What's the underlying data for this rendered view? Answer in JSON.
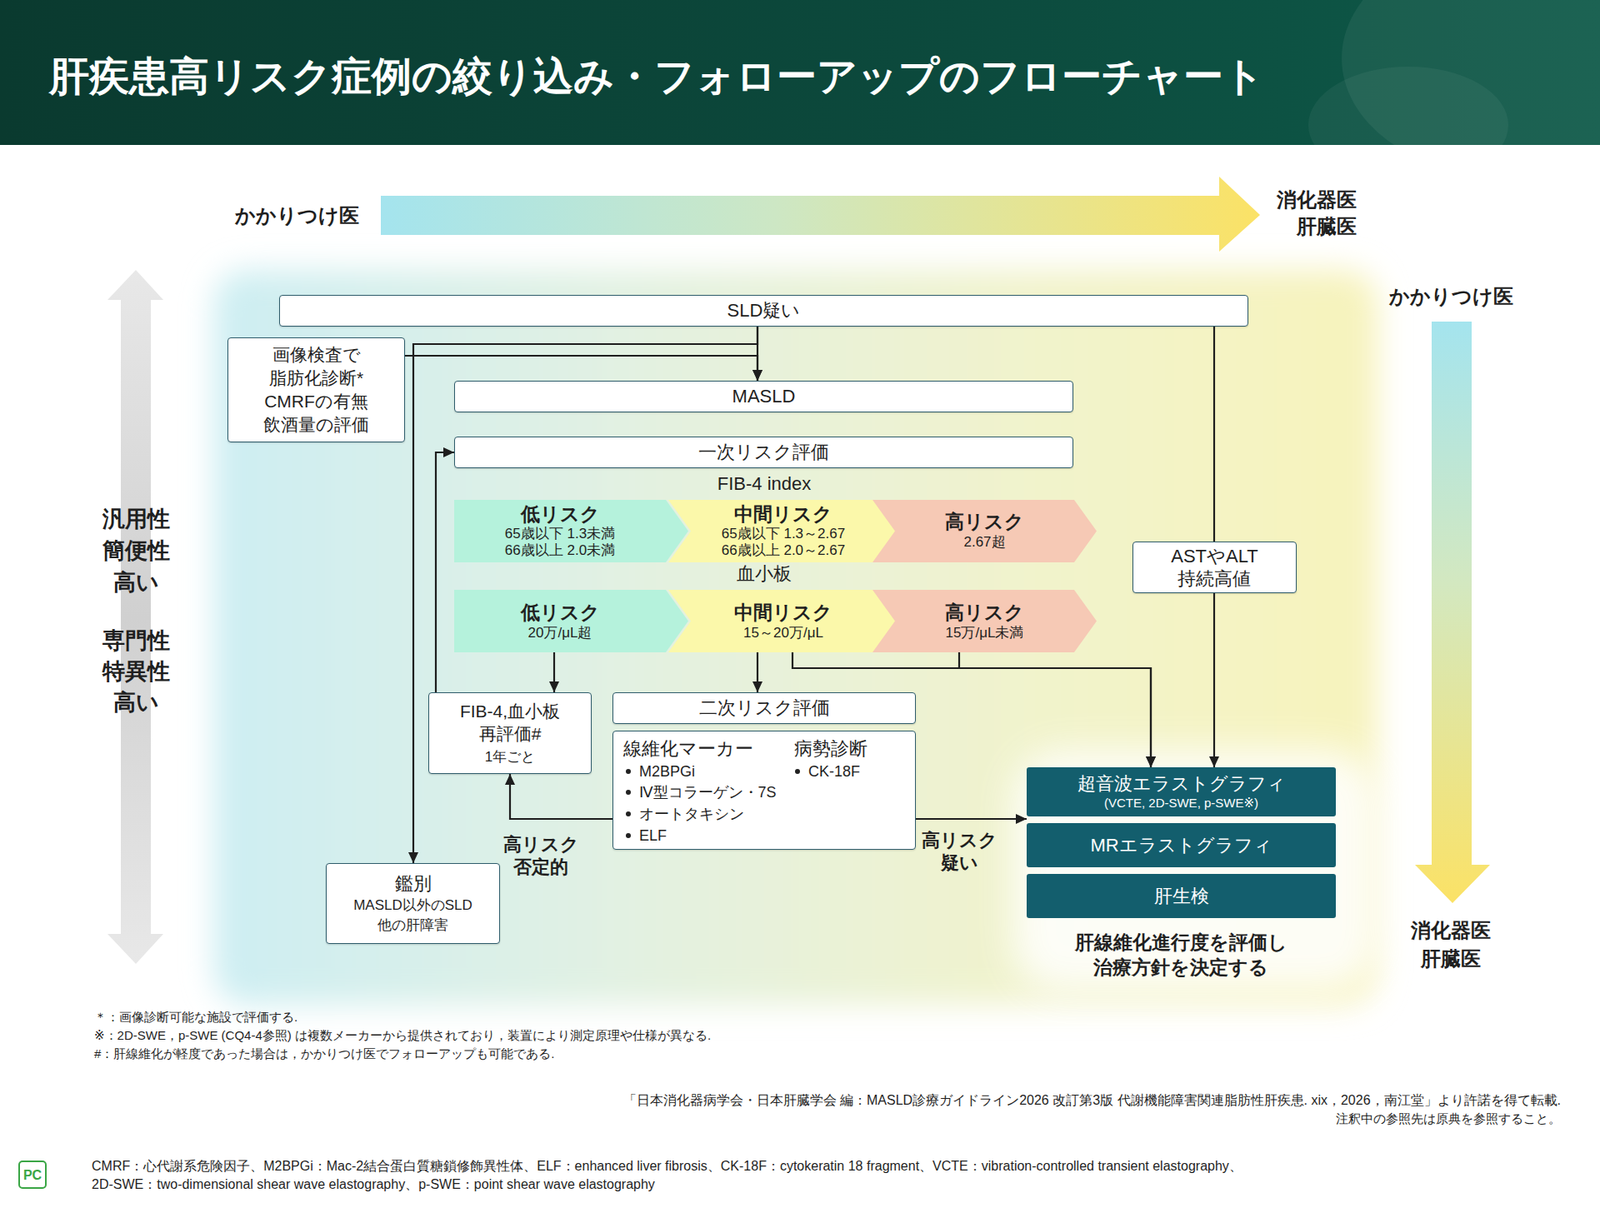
{
  "diagram": {
    "title": "肝疾患高リスク症例の絞り込み・フォローアップのフローチャート",
    "nodes": [
      {
        "text": [
          "SLD疑い"
        ]
      },
      {
        "text": [
          "画像検査で 脂肪化診断* CMRFの有無 飲酒量の評価"
        ]
      },
      {
        "text": [
          "MASLD"
        ]
      },
      {
        "text": [
          "一次リスク評価"
        ]
      },
      {
        "text": [
          "低リスク",
          "65歳以下 1.3未満 66歳以上 2.0未満"
        ]
      },
      {
        "text": [
          "中間リスク",
          "65歳以下 1.3～2.67 66歳以上 2.0～2.67"
        ]
      },
      {
        "text": [
          "高リスク",
          "2.67超"
        ]
      },
      {
        "text": [
          "低リスク",
          "20万/μL超"
        ]
      },
      {
        "text": [
          "中間リスク",
          "15～20万/μL"
        ]
      },
      {
        "text": [
          "高リスク",
          "15万/μL未満"
        ]
      },
      {
        "text": [
          "ASTやALT 持続高値"
        ]
      },
      {
        "text": [
          "FIB-4,血小板 再評価#",
          "1年ごと"
        ]
      },
      {
        "text": [
          "二次リスク評価"
        ]
      },
      {
        "text": [
          "線維化マーカー",
          "M2BPGi",
          "Ⅳ型コラーゲン・7S",
          "オートタキシン",
          "ELF",
          "病勢診断",
          "CK-18F"
        ]
      },
      {
        "text": [
          "鑑別",
          "MASLD以外のSLD 他の肝障害"
        ]
      },
      {
        "text": [
          "超音波エラストグラフィ",
          "(VCTE, 2D-SWE, p-SWE※)"
        ]
      },
      {
        "text": [
          "MRエラストグラフィ"
        ]
      },
      {
        "text": [
          "肝生検"
        ]
      }
    ],
    "edges": [
      {
        "from": 0,
        "to": 2,
        "arrow": "to"
      },
      {
        "from": 1,
        "to": 2,
        "arrow": "to"
      },
      {
        "from": 0,
        "to": 14,
        "arrow": "to"
      },
      {
        "from": 0,
        "to": 10,
        "arrow": "none"
      },
      {
        "from": 10,
        "to": 15,
        "arrow": "to"
      },
      {
        "from": 7,
        "to": 11,
        "arrow": "to"
      },
      {
        "from": 8,
        "to": 12,
        "arrow": "to"
      },
      {
        "from": 8,
        "to": 15,
        "arrow": "to"
      },
      {
        "from": 9,
        "to": 15,
        "arrow": "to"
      },
      {
        "from": 11,
        "to": 3,
        "arrow": "to"
      },
      {
        "from": 13,
        "to": 11,
        "arrow": "to",
        "label": "高リスク 否定的"
      },
      {
        "from": 13,
        "to": 15,
        "arrow": "to",
        "label": "高リスク 疑い"
      }
    ],
    "labels": [
      "かかりつけ医",
      "消化器医 肝臓医",
      "汎用性 簡便性 高い",
      "専門性 特異性 高い",
      "かかりつけ医",
      "FIB-4 index",
      "血小板",
      "消化器医 肝臓医",
      "肝線維化進行度を評価し 治療方針を決定する",
      "＊：画像診断可能な施設で評価する.",
      "※：2D-SWE，p-SWE (CQ4-4参照) は複数メーカーから提供されており，装置により測定原理や仕様が異なる.",
      "#：肝線維化が軽度であった場合は，かかりつけ医でフォローアップも可能である.",
      "「日本消化器病学会・日本肝臓学会 編：MASLD診療ガイドライン2026 改訂第3版 代謝機能障害関連脂肪性肝疾患. xix，2026，南江堂」より許諾を得て転載.",
      "注釈中の参照先は原典を参照すること。",
      "CMRF：心代謝系危険因子、M2BPGi：Mac-2結合蛋白質糖鎖修飾異性体、ELF：enhanced liver fibrosis、CK-18F：cytokeratin 18 fragment、VCTE：vibration-controlled transient elastography、 2D-SWE：two-dimensional shear wave elastography、p-SWE：point shear wave elastography",
      "PC"
    ]
  }
}
